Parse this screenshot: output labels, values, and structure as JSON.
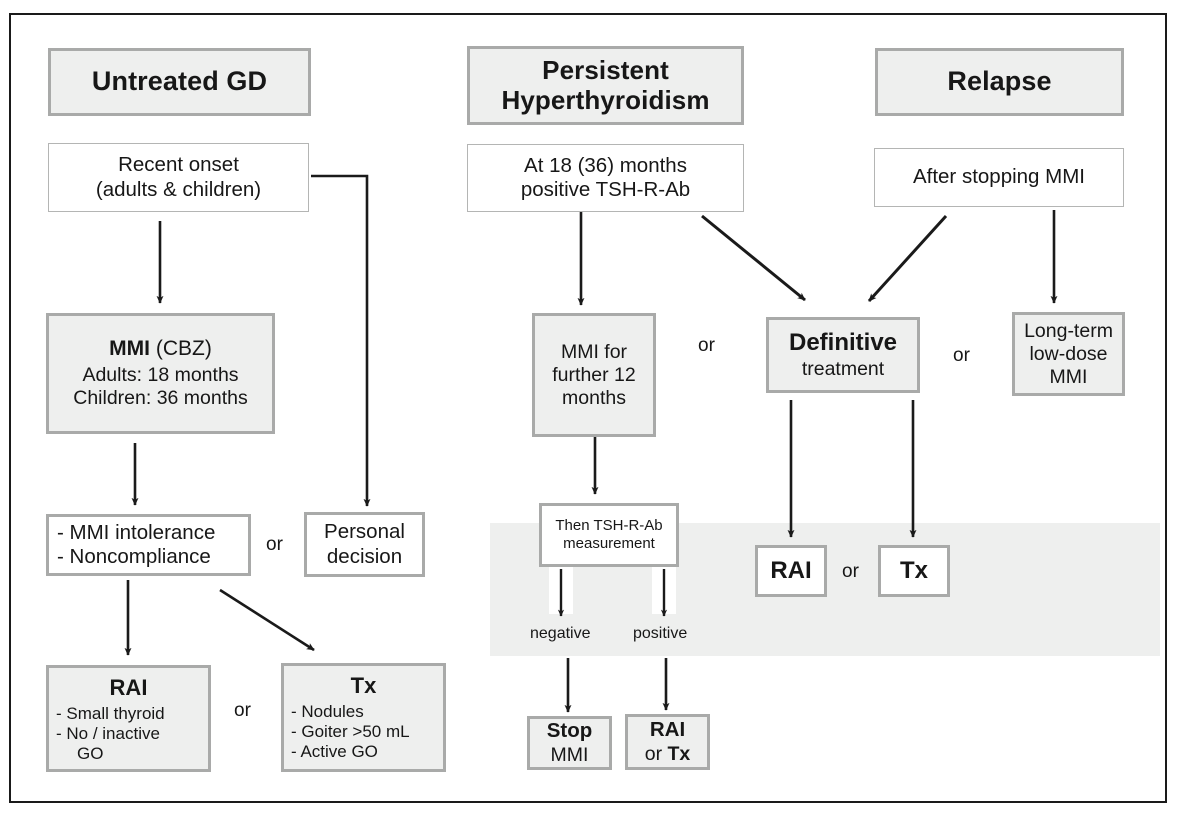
{
  "figure": {
    "title": "Graves disease treatment flowchart",
    "colors": {
      "shaded_fill": "#eeefee",
      "shaded_border": "#a9aaa9",
      "plain_border": "#b4b5b4",
      "band_fill": "#eeefee",
      "frame": "#1a1a1a",
      "text": "#171717"
    }
  },
  "columns": {
    "untreated": {
      "header": "Untreated GD",
      "onset": {
        "line1": "Recent onset",
        "line2": "(adults & children)"
      },
      "mmi": {
        "title_bold": "MMI",
        "title_rest": " (CBZ)",
        "row1_key": "Adults:",
        "row1_val": "18 months",
        "row2_key": "Children:",
        "row2_val": "36 months"
      },
      "intolerance": {
        "line1": "- MMI intolerance",
        "line2": "- Noncompliance"
      },
      "or_1": "or",
      "personal": {
        "line1": "Personal",
        "line2": "decision"
      },
      "rai": {
        "title": "RAI",
        "b1": "-  Small thyroid",
        "b2": "-  No / inactive",
        "b3": "GO"
      },
      "or_2": "or",
      "tx": {
        "title": "Tx",
        "b1": "-  Nodules",
        "b2": "-  Goiter >50 mL",
        "b3": "-  Active GO"
      }
    },
    "persistent": {
      "header_line1": "Persistent",
      "header_line2": "Hyperthyroidism",
      "at_months": {
        "line1": "At 18 (36) months",
        "line2": "positive TSH-R-Ab"
      },
      "mmi_further": {
        "line1": "MMI for",
        "line2": "further 12",
        "line3": "months"
      },
      "or_1": "or",
      "then_measure": {
        "line1": "Then TSH-R-Ab",
        "line2": "measurement"
      },
      "branch_negative": "negative",
      "branch_positive": "positive",
      "stop": {
        "line1": "Stop",
        "line2": "MMI"
      },
      "rai_or_tx": {
        "line1": "RAI",
        "line2_pre": "or ",
        "line2_bold": "Tx"
      }
    },
    "relapse": {
      "header": "Relapse",
      "after_stopping": "After stopping MMI",
      "definitive": {
        "title": "Definitive",
        "sub": "treatment"
      },
      "or_1": "or",
      "longterm": {
        "line1": "Long-term",
        "line2": "low-dose",
        "line3": "MMI"
      },
      "rai": "RAI",
      "or_2": "or",
      "tx": "Tx"
    }
  }
}
